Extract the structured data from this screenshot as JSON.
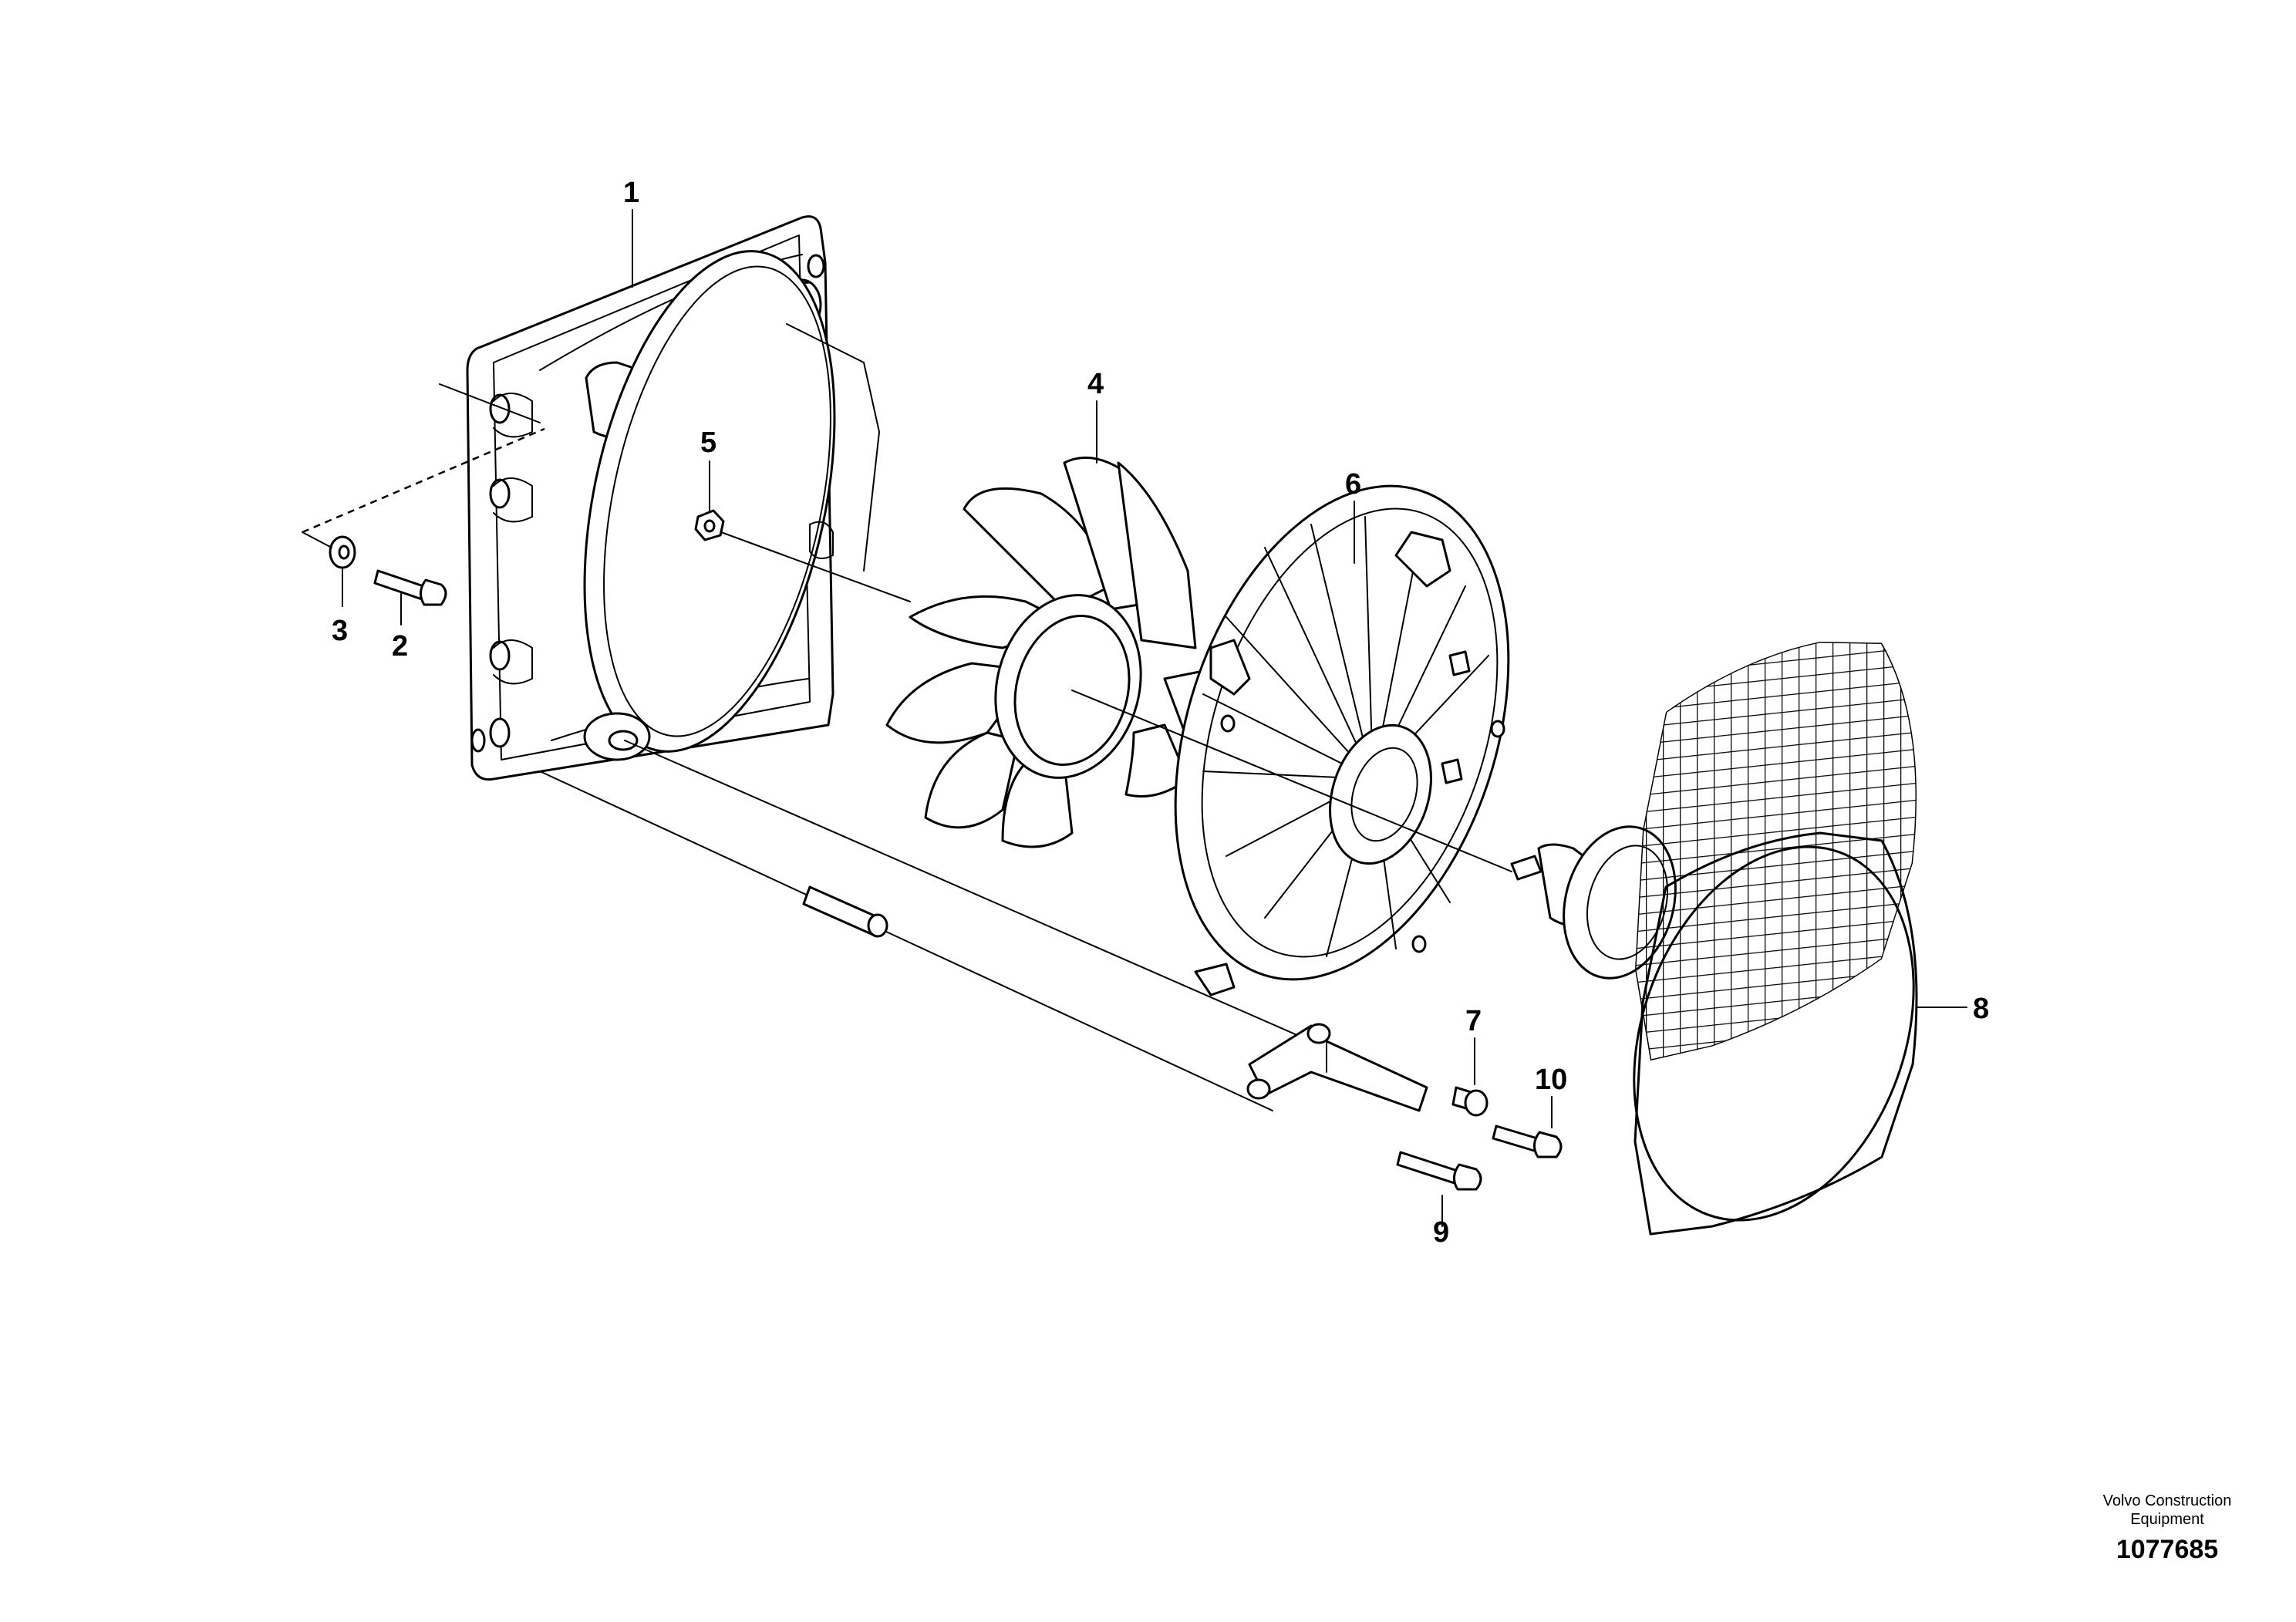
{
  "callouts": [
    {
      "id": "1",
      "label": "1"
    },
    {
      "id": "2",
      "label": "2"
    },
    {
      "id": "3",
      "label": "3"
    },
    {
      "id": "4",
      "label": "4"
    },
    {
      "id": "5",
      "label": "5"
    },
    {
      "id": "6",
      "label": "6"
    },
    {
      "id": "7",
      "label": "7"
    },
    {
      "id": "8",
      "label": "8"
    },
    {
      "id": "9",
      "label": "9"
    },
    {
      "id": "10",
      "label": "10"
    }
  ],
  "footer": {
    "company_line1": "Volvo Construction",
    "company_line2": "Equipment",
    "drawing_number": "1077685"
  }
}
